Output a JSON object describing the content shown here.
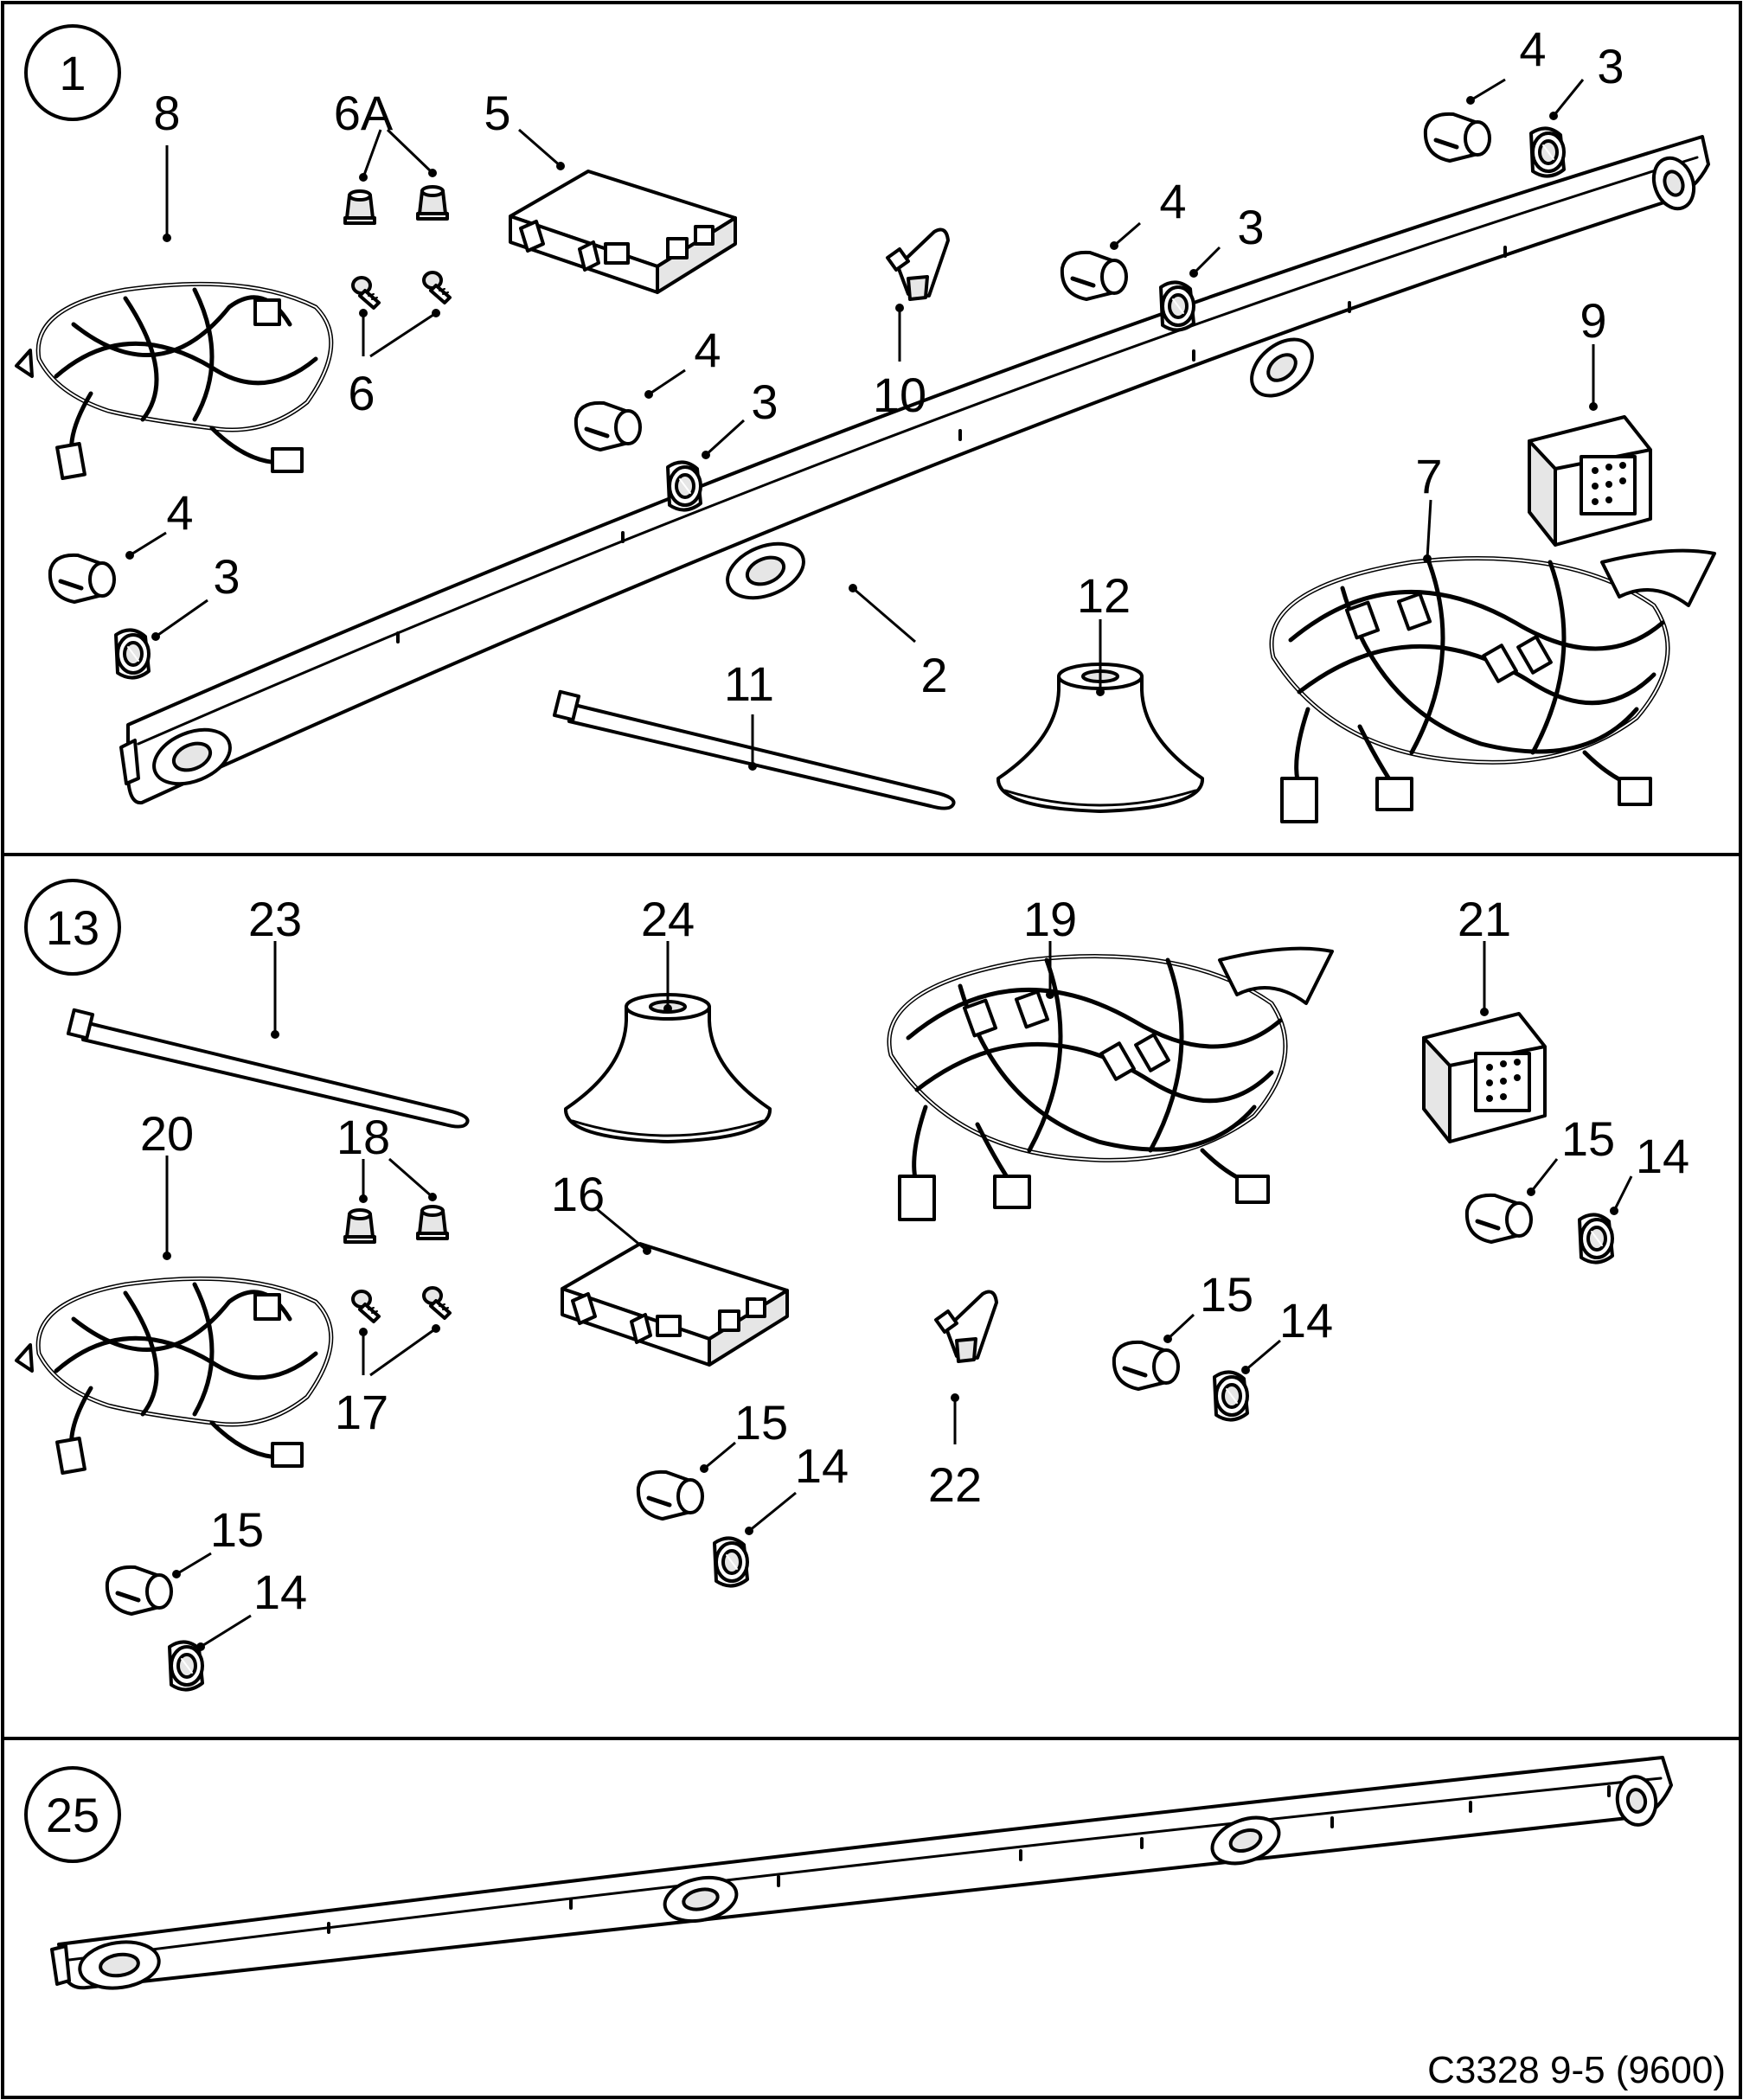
{
  "sections": [
    {
      "number": "1",
      "callouts": [
        "8",
        "6A",
        "5",
        "4",
        "3",
        "4",
        "3",
        "4",
        "3",
        "10",
        "6",
        "4",
        "3",
        "2",
        "11",
        "12",
        "7",
        "9"
      ]
    },
    {
      "number": "13",
      "callouts": [
        "23",
        "24",
        "19",
        "21",
        "20",
        "18",
        "16",
        "15",
        "14",
        "17",
        "15",
        "14",
        "22",
        "15",
        "14",
        "15",
        "14"
      ]
    },
    {
      "number": "25",
      "callouts": []
    }
  ],
  "reference": "C3328 9-5 (9600)"
}
